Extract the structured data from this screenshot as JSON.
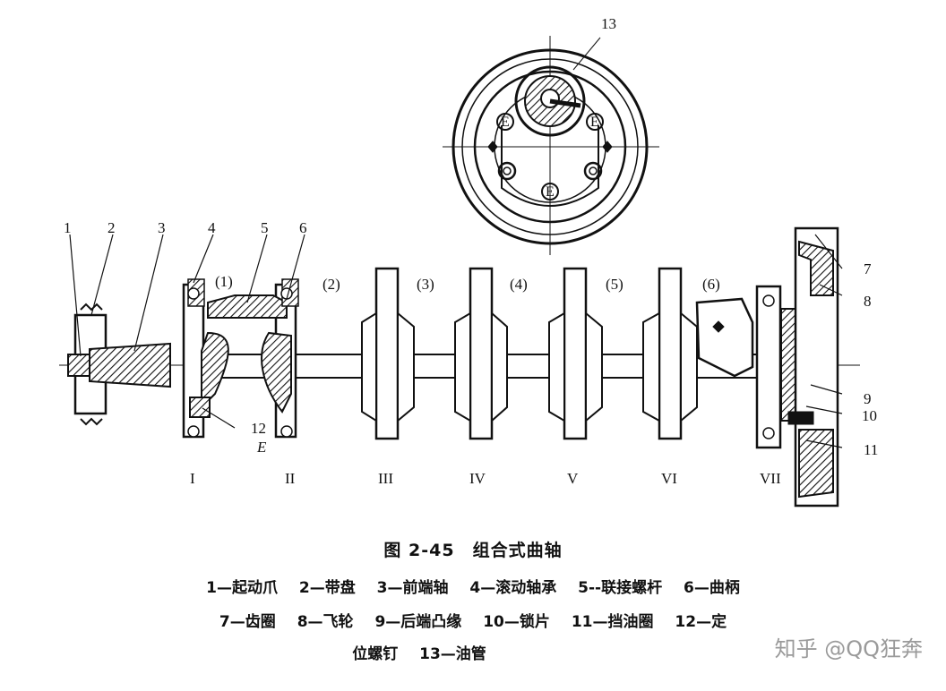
{
  "figure": {
    "title": "图 2-45　组合式曲轴",
    "legend_line1": [
      "1—起动爪",
      "2—带盘",
      "3—前端轴",
      "4—滚动轴承",
      "5--联接螺杆",
      "6—曲柄"
    ],
    "legend_line2": [
      "7—齿圈",
      "8—飞轮",
      "9—后端凸缘",
      "10—锁片",
      "11—挡油圈",
      "12—定"
    ],
    "legend_line3": [
      "位螺钉",
      "13—油管"
    ]
  },
  "part_labels": [
    "1",
    "2",
    "3",
    "4",
    "5",
    "6",
    "7",
    "8",
    "9",
    "10",
    "11",
    "12",
    "13"
  ],
  "marker_E": "E",
  "crank_labels": [
    "(1)",
    "(2)",
    "(3)",
    "(4)",
    "(5)",
    "(6)"
  ],
  "bearing_labels": [
    "I",
    "II",
    "III",
    "IV",
    "V",
    "VI",
    "VII"
  ],
  "watermark": "知乎 @QQ狂奔"
}
